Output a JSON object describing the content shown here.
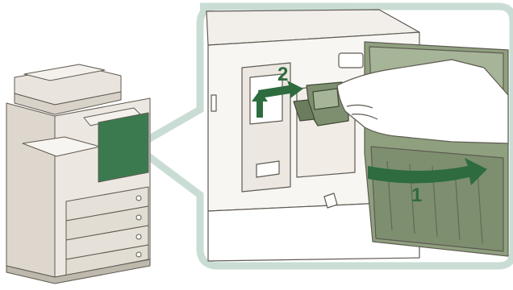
{
  "figure": {
    "subject": "printer-staple-cartridge-replacement",
    "steps": [
      {
        "number": "1"
      },
      {
        "number": "2"
      }
    ],
    "colors": {
      "accent": "#2e6b3e",
      "callout_frame": "#c9ddd4",
      "printer_body": "#ede9e2",
      "printer_shadow": "#cfc8bd",
      "outline": "#5f5a52",
      "highlight_panel": "#3b7a4f",
      "cartridge": "#7d8f6f"
    },
    "icons": {
      "step1": "curved-arrow-icon",
      "step2": "straight-arrow-icon",
      "lift": "up-arrow-icon"
    }
  }
}
